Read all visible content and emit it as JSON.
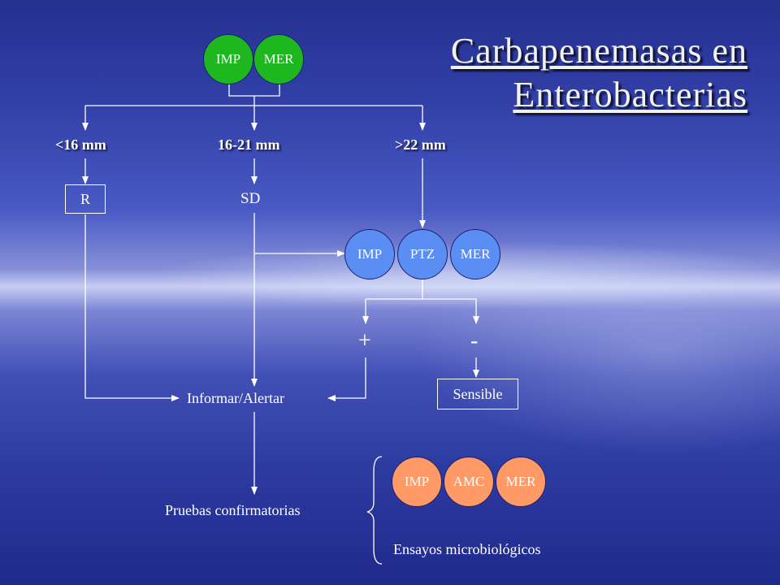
{
  "title": {
    "line1": "Carbapenemasas en",
    "line2": "Enterobacterias"
  },
  "colors": {
    "green": "#1fb71f",
    "blue": "#5a8ef2",
    "orange": "#ff9966",
    "line": "#ffffff"
  },
  "top_disks": [
    "IMP",
    "MER"
  ],
  "zones": {
    "low": "<16 mm",
    "mid": "16-21 mm",
    "high": ">22 mm"
  },
  "results": {
    "r": "R",
    "sd": "SD"
  },
  "second_disks": [
    "IMP",
    "PTZ",
    "MER"
  ],
  "signs": {
    "pos": "+",
    "neg": "-"
  },
  "sensible": "Sensible",
  "informar": "Informar/Alertar",
  "pruebas": "Pruebas confirmatorias",
  "confirm_disks": [
    "IMP",
    "AMC",
    "MER"
  ],
  "ensayos": "Ensayos microbiológicos"
}
